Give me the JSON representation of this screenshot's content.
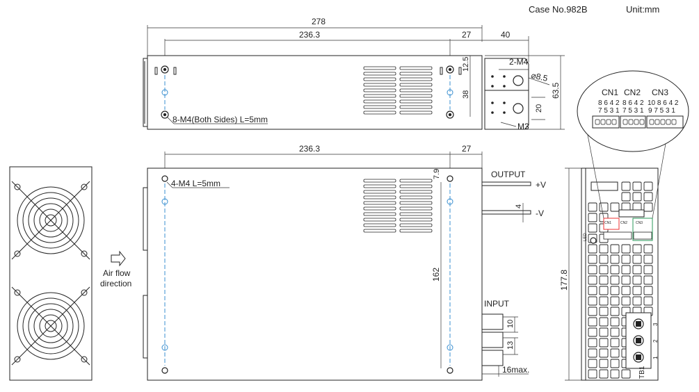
{
  "header": {
    "case_no": "Case No.982B",
    "unit": "Unit:mm"
  },
  "top_view": {
    "overall_length": "278",
    "hole_span": "236.3",
    "end_offset": "27",
    "bracket_width": "40",
    "height": "63.5",
    "bracket_hole_label": "2-M4",
    "bracket_hole_dia": "8.5",
    "dim_12_5": "12.5",
    "dim_38": "38",
    "dim_20": "20",
    "m3_label": "M3",
    "side_screw_label": "8-M4(Both Sides) L=5mm"
  },
  "front_view": {
    "hole_span": "236.3",
    "end_offset": "27",
    "screw_label": "4-M4 L=5mm",
    "dim_7_9": "7.9",
    "dim_162": "162",
    "output_label": "OUTPUT",
    "plus_v": "+V",
    "minus_v": "-V",
    "dim_4": "4",
    "input_label": "INPUT",
    "dim_10": "10",
    "dim_13": "13",
    "dim_16max": "16max."
  },
  "fan_view": {
    "air_flow_line1": "Air flow",
    "air_flow_line2": "direction"
  },
  "side_view": {
    "height": "177.8",
    "led_label": "LED",
    "tb1_label": "TB1",
    "term_1": "1",
    "term_2": "2",
    "term_3": "3",
    "cn1_small": "CN1",
    "cn2_small": "CN2",
    "cn3_small": "CN3"
  },
  "connector_callout": {
    "cn1": {
      "label": "CN1",
      "top_pins": "8 6 4 2",
      "bottom_pins": "7 5 3 1"
    },
    "cn2": {
      "label": "CN2",
      "top_pins": "8 6 4 2",
      "bottom_pins": "7 5 3 1"
    },
    "cn3": {
      "label": "CN3",
      "top_pins": "10 8 6 4 2",
      "bottom_pins": "9 7 5 3 1"
    }
  }
}
